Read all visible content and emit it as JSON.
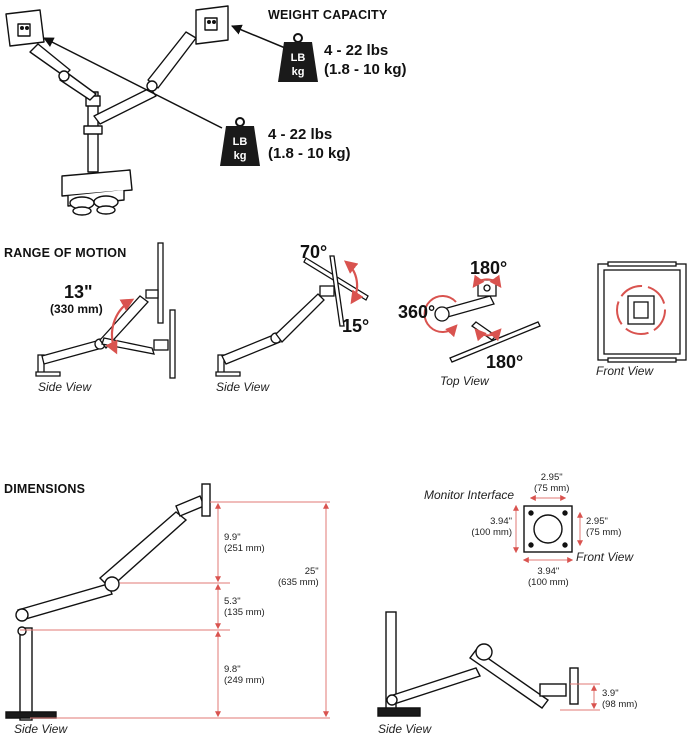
{
  "weight_capacity": {
    "heading": "WEIGHT CAPACITY",
    "weight_icon_text": "LB\nkg",
    "capacity_1": {
      "lbs": "4 - 22 lbs",
      "kg": "(1.8 - 10 kg)"
    },
    "capacity_2": {
      "lbs": "4 - 22 lbs",
      "kg": "(1.8 - 10 kg)"
    }
  },
  "range_of_motion": {
    "heading": "RANGE OF MOTION",
    "lift_in": "13\"",
    "lift_mm": "(330 mm)",
    "tilt_up": "70°",
    "tilt_down": "15°",
    "pan_top": "180°",
    "rotate": "360°",
    "pan_bottom": "180°",
    "views": [
      "Side View",
      "Side View",
      "Top View",
      "Front View"
    ]
  },
  "dimensions": {
    "heading": "DIMENSIONS",
    "d1": {
      "in": "9.9\"",
      "mm": "(251 mm)"
    },
    "d2": {
      "in": "5.3\"",
      "mm": "(135 mm)"
    },
    "d3": {
      "in": "9.8\"",
      "mm": "(249 mm)"
    },
    "total": {
      "in": "25\"",
      "mm": "(635 mm)"
    },
    "monitor_interface": "Monitor Interface",
    "vesa_top": {
      "in": "2.95\"",
      "mm": "(75 mm)"
    },
    "vesa_left": {
      "in": "3.94\"",
      "mm": "(100 mm)"
    },
    "vesa_right": {
      "in": "2.95\"",
      "mm": "(75 mm)"
    },
    "vesa_bottom": {
      "in": "3.94\"",
      "mm": "(100 mm)"
    },
    "front_view": "Front View",
    "offset": {
      "in": "3.9\"",
      "mm": "(98 mm)"
    },
    "views": [
      "Side View",
      "Side View"
    ]
  },
  "colors": {
    "accent": "#d9534f",
    "line": "#111111",
    "arm_fill": "#ffffff"
  }
}
